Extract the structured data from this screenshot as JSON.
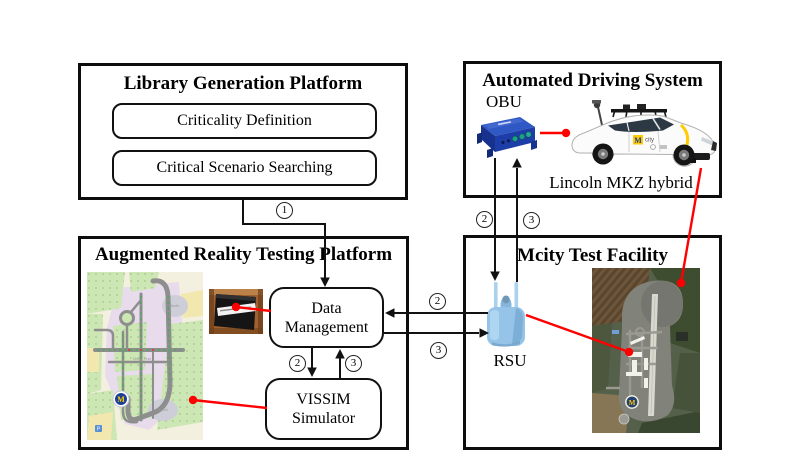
{
  "library": {
    "title": "Library Generation Platform",
    "item1": "Criticality Definition",
    "item2": "Critical Scenario Searching"
  },
  "ads": {
    "title": "Automated Driving System",
    "obu_label": "OBU",
    "car_label": "Lincoln MKZ hybrid"
  },
  "art": {
    "title": "Augmented Reality Testing Platform",
    "data_management": "Data Management",
    "vissim": "VISSIM Simulator"
  },
  "mcity": {
    "title": "Mcity Test Facility",
    "rsu_label": "RSU"
  },
  "flows": {
    "n1": "1",
    "n2": "2",
    "n3": "3"
  },
  "colors": {
    "link_red": "#ff0000",
    "arrow_black": "#111111",
    "rsu_blue": "#96c4e8",
    "obu_blue": "#2f58c4",
    "mcity_yellow": "#ffcb05",
    "mcity_navy": "#1b3f94"
  }
}
